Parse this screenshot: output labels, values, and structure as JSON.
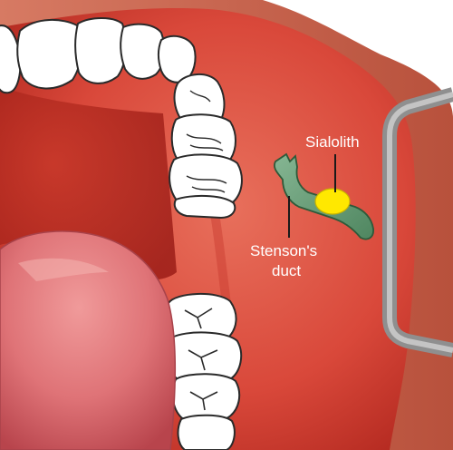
{
  "labels": {
    "sialolith": "Sialolith",
    "stensons_duct_line1": "Stenson's",
    "stensons_duct_line2": "duct"
  },
  "colors": {
    "cheek_mucosa": "#d94a3a",
    "deep_mucosa": "#b82a22",
    "lip_skin": "#c9624a",
    "tongue": "#dc6f73",
    "tooth": "#ffffff",
    "duct": "#6a9d76",
    "sialolith": "#ffe800",
    "retractor": "#9a9a9a",
    "label_text": "#ffffff"
  }
}
